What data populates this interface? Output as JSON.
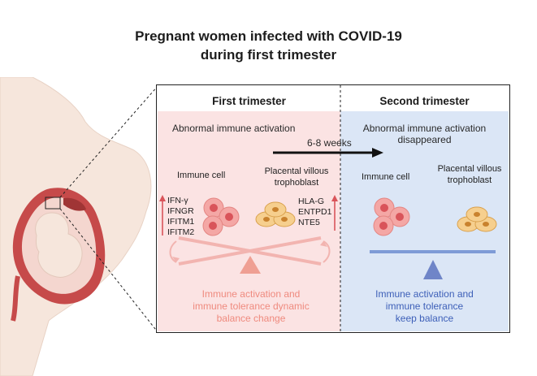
{
  "title": {
    "line1": "Pregnant women infected with COVID-19",
    "line2": "during first trimester"
  },
  "first_trimester": {
    "header": "First trimester",
    "status": "Abnormal immune activation",
    "immune_cell_label": "Immune cell",
    "trophoblast_label_1": "Placental villous",
    "trophoblast_label_2": "trophoblast",
    "immune_genes": [
      "IFN-γ",
      "IFNGR",
      "IFITM1",
      "IFITM2"
    ],
    "trophoblast_genes": [
      "HLA-G",
      "ENTPD1",
      "NTE5"
    ],
    "caption": [
      "Immune activation and",
      "immune tolerance dynamic",
      "balance change"
    ]
  },
  "transition": {
    "label": "6-8 weeks"
  },
  "second_trimester": {
    "header": "Second trimester",
    "status_1": "Abnormal immune activation",
    "status_2": "disappeared",
    "immune_cell_label": "Immune cell",
    "trophoblast_label_1": "Placental villous",
    "trophoblast_label_2": "trophoblast",
    "caption": [
      "Immune activation and",
      "immune tolerance",
      "keep balance"
    ]
  },
  "colors": {
    "first_panel_bg": "#fbe3e3",
    "second_panel_bg": "#dbe6f6",
    "pink_accent": "#ef8a7e",
    "blue_accent": "#3d5fb8",
    "immune_cell": "#f4a7a5",
    "trophoblast": "#f6cf8e",
    "skin": "#f6e6dc",
    "uterus": "#c64a4a"
  }
}
